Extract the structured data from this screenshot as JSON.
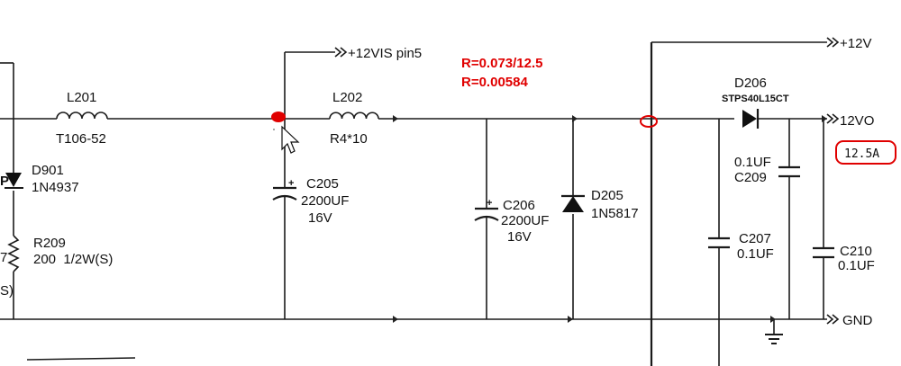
{
  "components": {
    "l201": {
      "ref": "L201",
      "value": "T106-52"
    },
    "l202": {
      "ref": "L202",
      "value": "R4*10"
    },
    "d901": {
      "ref": "D901",
      "value": "1N4937"
    },
    "r209": {
      "ref": "R209",
      "value": "200  1/2W(S)"
    },
    "c205": {
      "ref": "C205",
      "value": "2200UF",
      "voltage": "16V"
    },
    "c206": {
      "ref": "C206",
      "value": "2200UF",
      "voltage": "16V"
    },
    "d205": {
      "ref": "D205",
      "value": "1N5817"
    },
    "d206": {
      "ref": "D206",
      "value": "STPS40L15CT"
    },
    "c209": {
      "ref": "C209",
      "value": "0.1UF"
    },
    "c207": {
      "ref": "C207",
      "value": "0.1UF"
    },
    "c210": {
      "ref": "C210",
      "value": "0.1UF"
    }
  },
  "nets": {
    "vis": "+12VIS pin5",
    "v12": "+12V",
    "v12o": "12VO",
    "gnd": "GND"
  },
  "annotations": {
    "r_formula": "R=0.073/12.5",
    "r_value": "R=0.00584",
    "current": "12.5A",
    "accent": "#e00000"
  },
  "edge_fragments": {
    "left7": "7",
    "leftS": "S)"
  }
}
